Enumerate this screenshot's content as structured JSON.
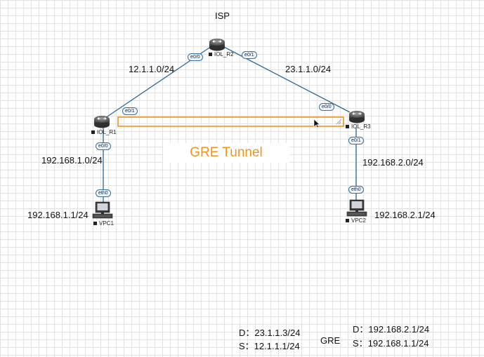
{
  "title": "ISP",
  "tunnel_label": "GRE Tunnel",
  "routers": {
    "r1": "IOL_R1",
    "r2": "IOL_R2",
    "r3": "IOL_R3"
  },
  "pcs": {
    "vpc1": "VPC1",
    "vpc2": "VPC2"
  },
  "ports": {
    "r2_left": "e0/0",
    "r2_right": "e0/1",
    "r1_up": "e0/1",
    "r1_down": "e0/0",
    "r3_up": "e0/0",
    "r3_down": "e0/1",
    "vpc1_eth": "eth0",
    "vpc2_eth": "eth0"
  },
  "subnets": {
    "r1_r2": "12.1.1.0/24",
    "r2_r3": "23.1.1.0/24",
    "lan1": "192.168.1.0/24",
    "lan2": "192.168.2.0/24"
  },
  "hosts": {
    "vpc1_ip": "192.168.1.1/24",
    "vpc2_ip": "192.168.2.1/24"
  },
  "headers": {
    "outer_dst": "D：23.1.1.3/24",
    "outer_src": "S：12.1.1.1/24",
    "gre": "GRE",
    "inner_dst": "D：192.168.2.1/24",
    "inner_src": "S：192.168.1.1/24"
  },
  "colors": {
    "link": "#2b6a9a",
    "tunnel": "#f0931f",
    "port_border": "#3a6f99"
  }
}
